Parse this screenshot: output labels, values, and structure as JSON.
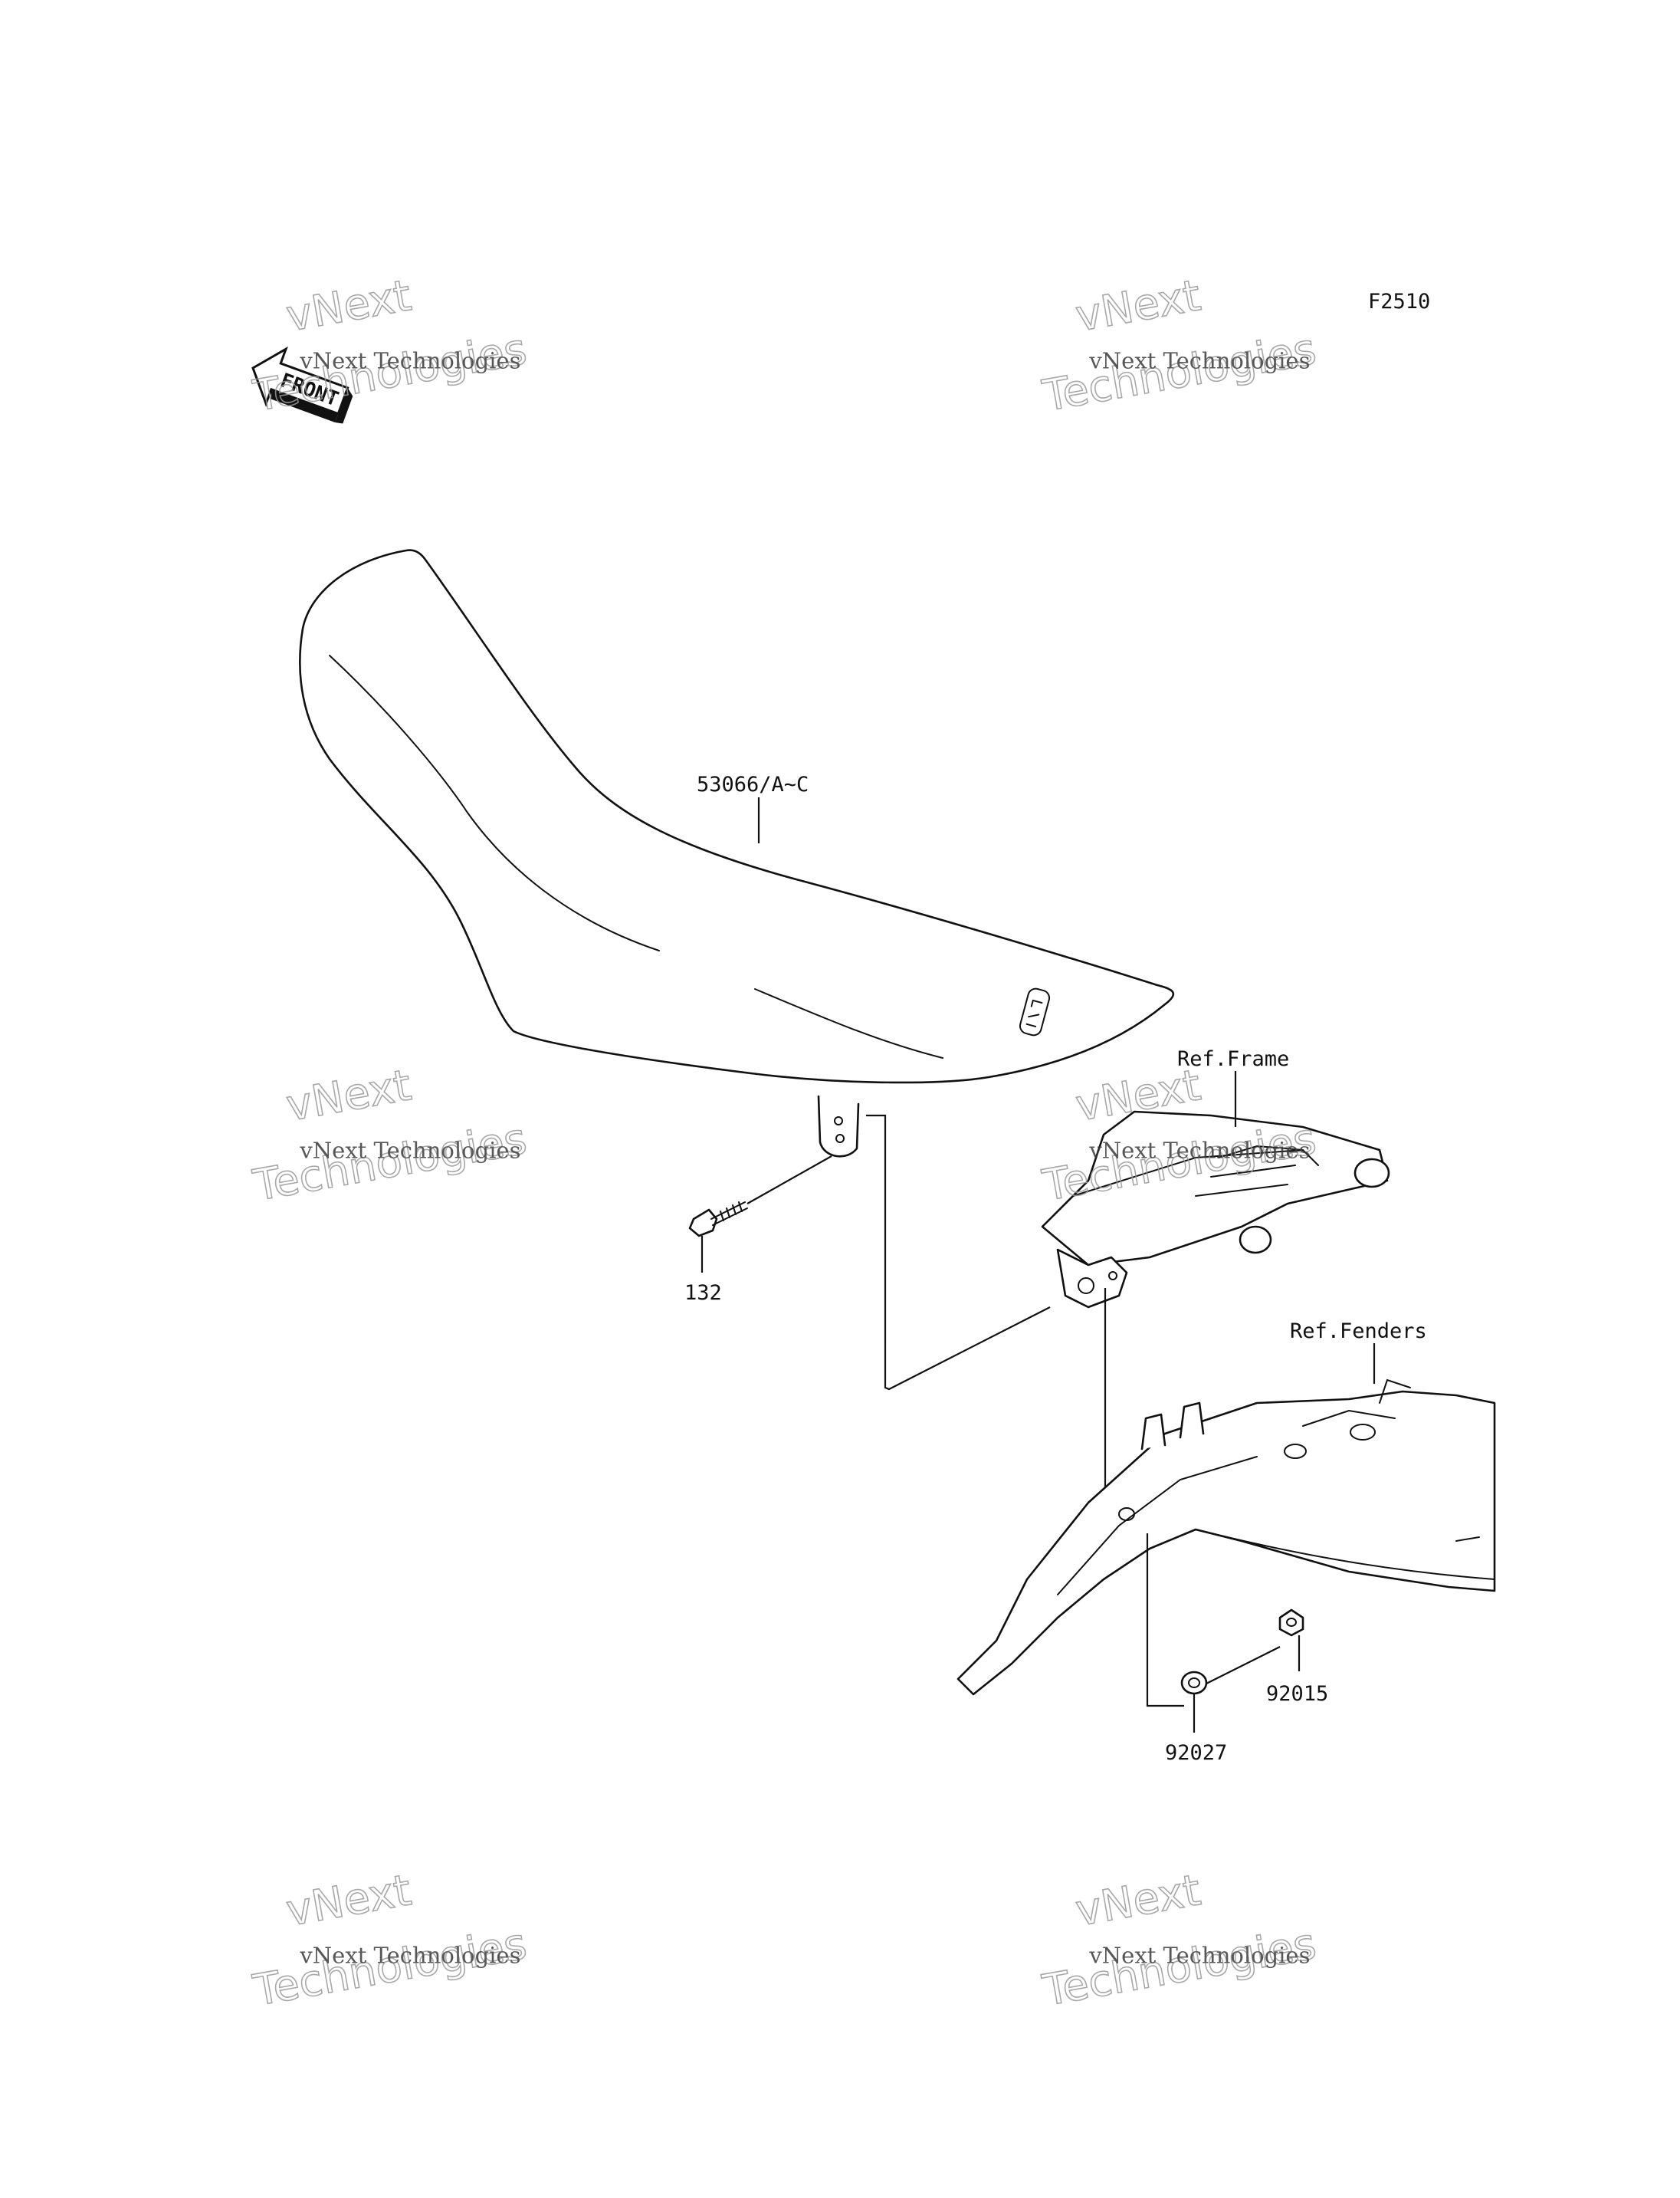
{
  "diagram": {
    "figure_code": "F2510",
    "front_badge": "FRONT",
    "watermark": {
      "line1": "vNext Technologies",
      "line2": "vNext",
      "line3": "Technologies"
    },
    "callouts": [
      {
        "id": "seat",
        "label": "53066/A~C"
      },
      {
        "id": "bolt",
        "label": "132"
      },
      {
        "id": "frame",
        "label": "Ref.Frame"
      },
      {
        "id": "fenders",
        "label": "Ref.Fenders"
      },
      {
        "id": "nut",
        "label": "92015"
      },
      {
        "id": "collar",
        "label": "92027"
      }
    ]
  }
}
